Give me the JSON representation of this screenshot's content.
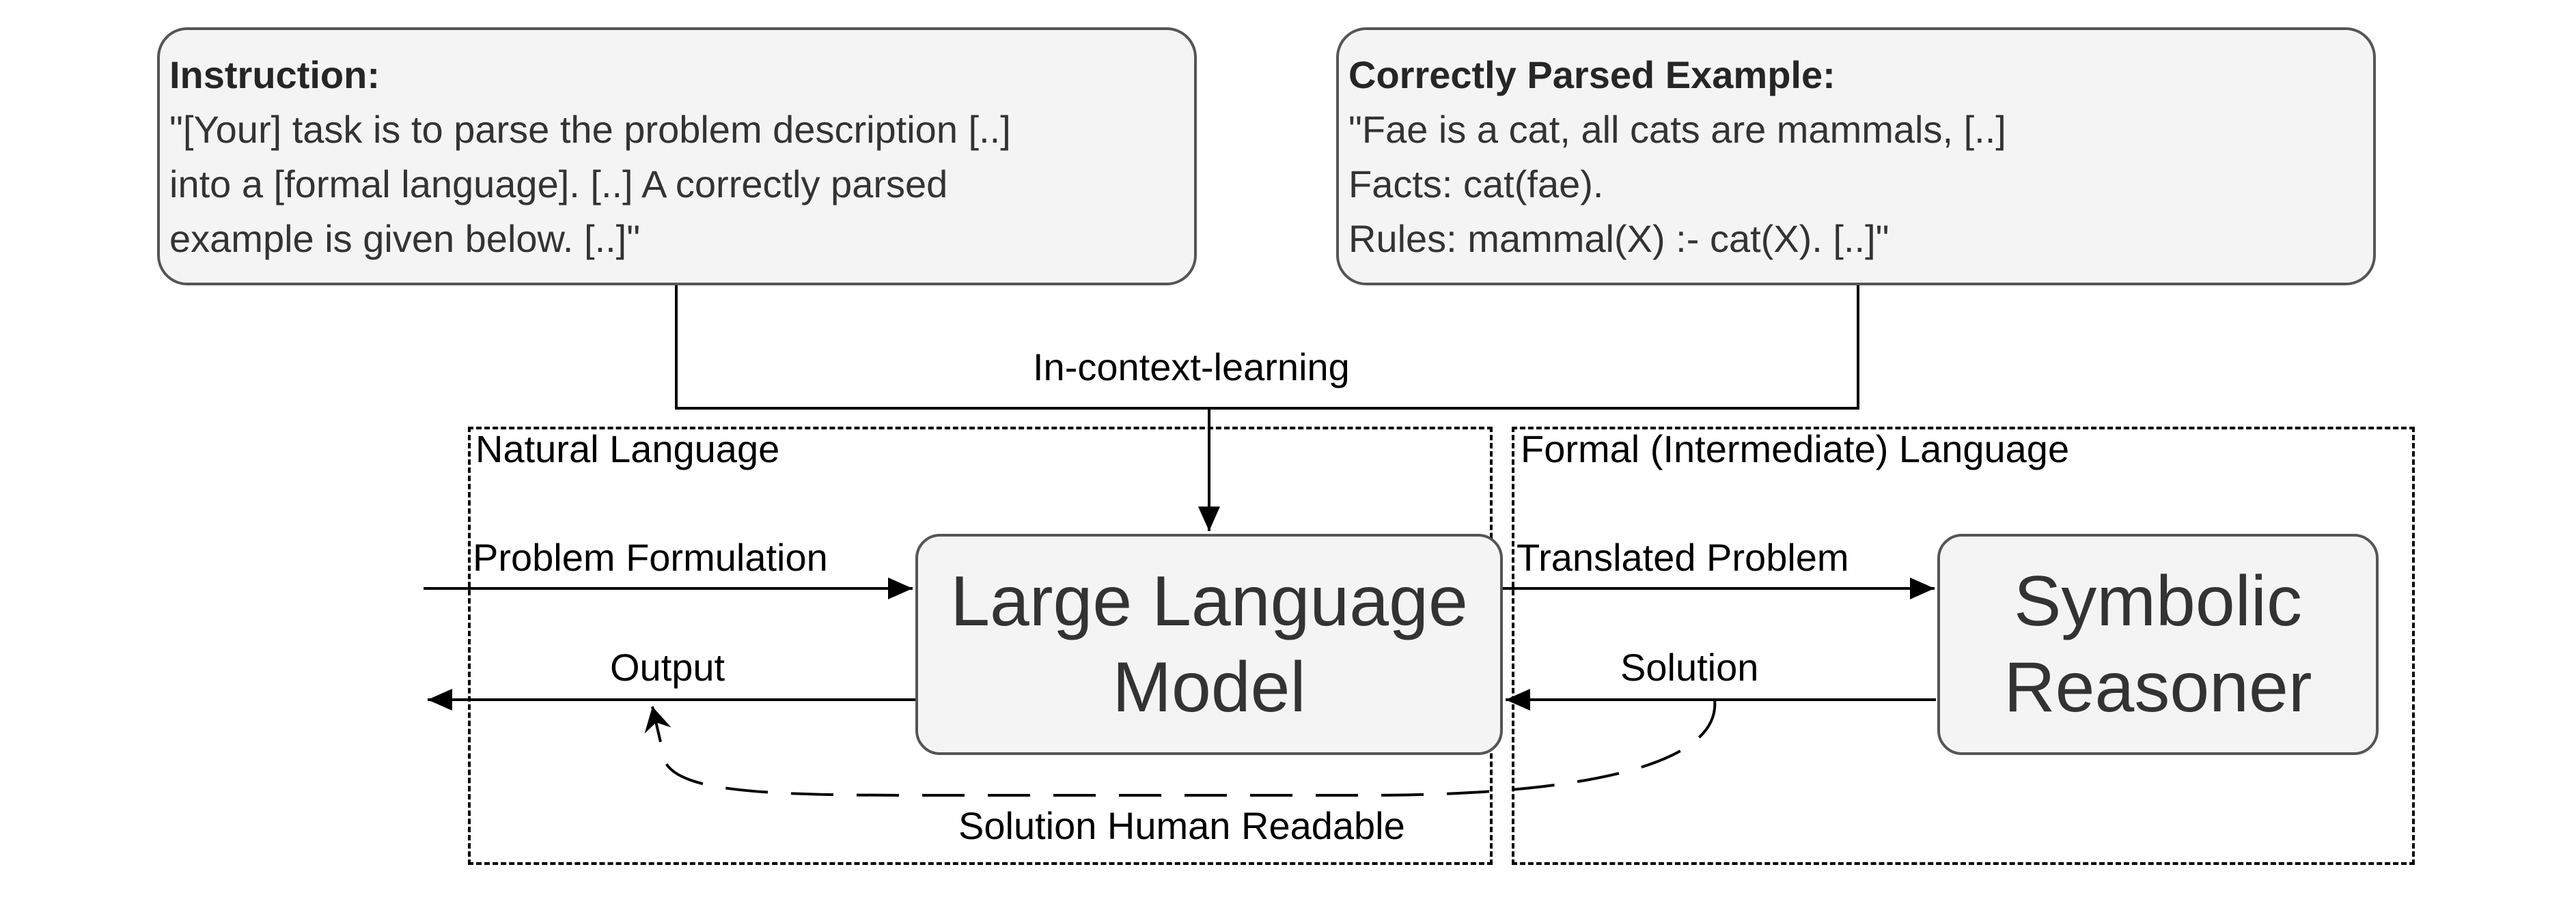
{
  "instruction_box": {
    "heading": "Instruction:",
    "lines": [
      "\"[Your] task is to parse the problem description [..]",
      "into a [formal language]. [..] A correctly parsed",
      "example is given below. [..]\""
    ]
  },
  "example_box": {
    "heading": "Correctly Parsed Example:",
    "lines": [
      "\"Fae is a cat, all cats are mammals, [..]",
      "Facts: cat(fae).",
      "Rules: mammal(X) :- cat(X). [..]\""
    ]
  },
  "regions": {
    "natural": "Natural Language",
    "formal": "Formal (Intermediate) Language"
  },
  "nodes": {
    "llm": [
      "Large Language",
      "Model"
    ],
    "reasoner": [
      "Symbolic",
      "Reasoner"
    ]
  },
  "edges": {
    "in_context": "In-context-learning",
    "problem_formulation": "Problem Formulation",
    "output": "Output",
    "translated_problem": "Translated Problem",
    "solution": "Solution",
    "human_readable": "Solution Human Readable"
  }
}
